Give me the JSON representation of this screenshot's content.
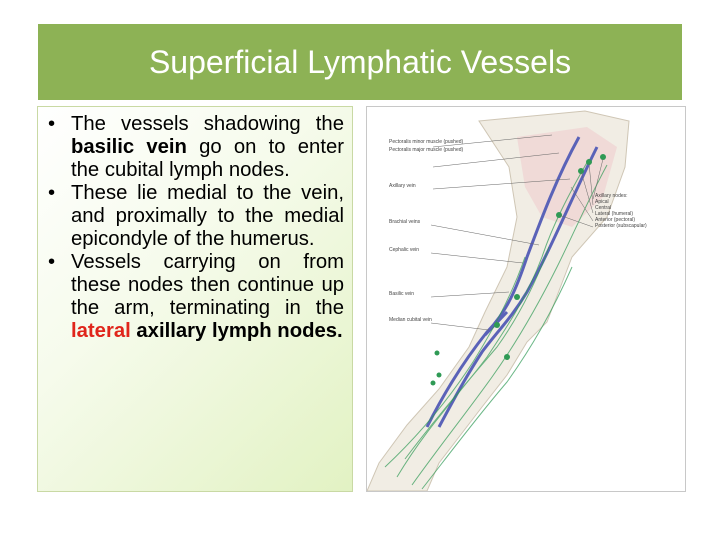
{
  "slide": {
    "title": "Superficial Lymphatic Vessels",
    "bullets": [
      {
        "parts": [
          {
            "text": "The vessels shadowing the ",
            "style": "normal"
          },
          {
            "text": "basilic vein",
            "style": "bold"
          },
          {
            "text": " go on to enter the cubital lymph nodes.",
            "style": "normal"
          }
        ]
      },
      {
        "parts": [
          {
            "text": "These lie medial to the vein, and proximally to the medial epicondyle of the humerus.",
            "style": "normal"
          }
        ]
      },
      {
        "parts": [
          {
            "text": "Vessels carrying on from these nodes then continue up the arm, terminating in the ",
            "style": "normal"
          },
          {
            "text": "lateral",
            "style": "red"
          },
          {
            "text": " axillary lymph nodes.",
            "style": "bold"
          }
        ]
      }
    ],
    "bullet_glyph": "•"
  },
  "figure": {
    "left_labels": [
      "Pectoralis minor muscle (pushed)",
      "Pectoralis major muscle (pushed)",
      "Axillary vein",
      "Brachial veins",
      "Cephalic vein",
      "Basilic vein",
      "Median cubital vein"
    ],
    "right_labels": [
      "Axillary nodes:",
      "Apical",
      "Central",
      "Lateral (humeral)",
      "Anterior (pectoral)",
      "Posterior (subscapular)"
    ],
    "colors": {
      "vein": "#5a62b8",
      "lymph": "#2f9a55",
      "skin": "#f1ede4"
    }
  }
}
